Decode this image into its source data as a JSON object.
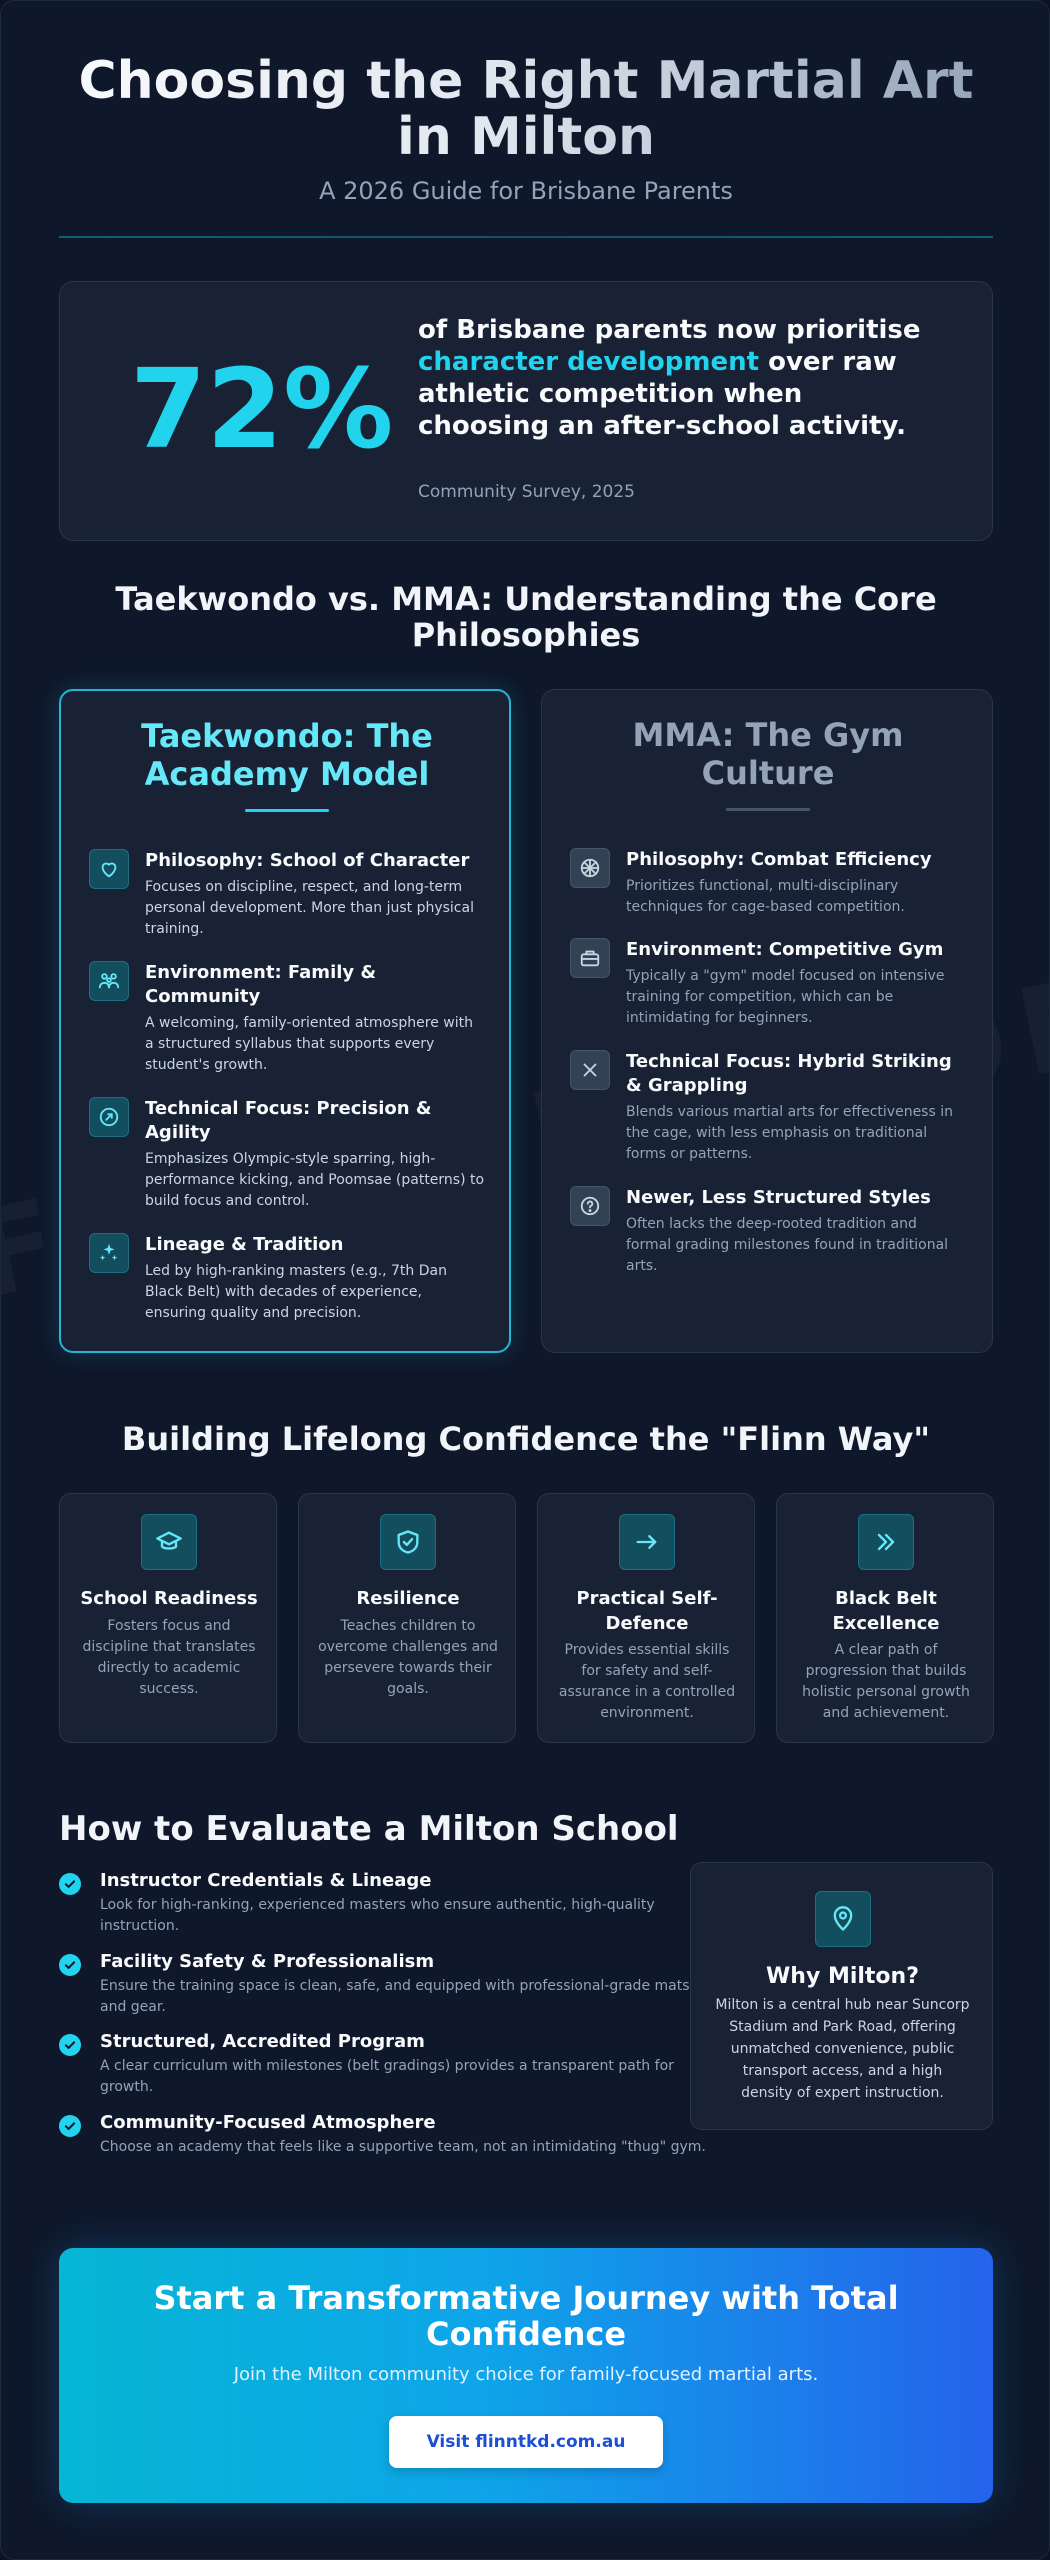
{
  "header": {
    "title": "Choosing the Right Martial Art in Milton",
    "subtitle": "A 2026 Guide for Brisbane Parents"
  },
  "stat": {
    "number": "72%",
    "text_before": "of Brisbane parents now prioritise ",
    "highlight": "character development",
    "text_after": " over raw athletic competition when choosing an after-school activity.",
    "source": "Community Survey, 2025"
  },
  "compare": {
    "title": "Taekwondo vs. MMA: Understanding the Core Philosophies",
    "taekwondo": {
      "title": "Taekwondo: The Academy Model",
      "features": [
        {
          "icon": "heart-icon",
          "title": "Philosophy: School of Character",
          "desc": "Focuses on discipline, respect, and long-term personal development. More than just physical training."
        },
        {
          "icon": "family-icon",
          "title": "Environment: Family & Community",
          "desc": "A welcoming, family-oriented atmosphere with a structured syllabus that supports every student's growth."
        },
        {
          "icon": "target-arrow-icon",
          "title": "Technical Focus: Precision & Agility",
          "desc": "Emphasizes Olympic-style sparring, high-performance kicking, and Poomsae (patterns) to build focus and control."
        },
        {
          "icon": "sparkles-icon",
          "title": "Lineage & Tradition",
          "desc": "Led by high-ranking masters (e.g., 7th Dan Black Belt) with decades of experience, ensuring quality and precision."
        }
      ]
    },
    "mma": {
      "title": "MMA: The Gym Culture",
      "features": [
        {
          "icon": "crosshair-icon",
          "title": "Philosophy: Combat Efficiency",
          "desc": "Prioritizes functional, multi-disciplinary techniques for cage-based competition."
        },
        {
          "icon": "gym-bag-icon",
          "title": "Environment: Competitive Gym",
          "desc": "Typically a \"gym\" model focused on intensive training for competition, which can be intimidating for beginners."
        },
        {
          "icon": "x-icon",
          "title": "Technical Focus: Hybrid Striking & Grappling",
          "desc": "Blends various martial arts for effectiveness in the cage, with less emphasis on traditional forms or patterns."
        },
        {
          "icon": "question-circle-icon",
          "title": "Newer, Less Structured Styles",
          "desc": "Often lacks the deep-rooted tradition and formal grading milestones found in traditional arts."
        }
      ]
    }
  },
  "confidence": {
    "title": "Building Lifelong Confidence the \"Flinn Way\"",
    "pillars": [
      {
        "icon": "graduation-cap-icon",
        "title": "School Readiness",
        "desc": "Fosters focus and discipline that translates directly to academic success."
      },
      {
        "icon": "shield-check-icon",
        "title": "Resilience",
        "desc": "Teaches children to overcome challenges and persevere towards their goals."
      },
      {
        "icon": "arrow-right-icon",
        "title": "Practical Self-Defence",
        "desc": "Provides essential skills for safety and self-assurance in a controlled environment."
      },
      {
        "icon": "double-chevron-icon",
        "title": "Black Belt Excellence",
        "desc": "A clear path of progression that builds holistic personal growth and achievement."
      }
    ]
  },
  "evaluate": {
    "title": "How to Evaluate a Milton School",
    "items": [
      {
        "title": "Instructor Credentials & Lineage",
        "desc": "Look for high-ranking, experienced masters who ensure authentic, high-quality instruction."
      },
      {
        "title": "Facility Safety & Professionalism",
        "desc": "Ensure the training space is clean, safe, and equipped with professional-grade mats and gear."
      },
      {
        "title": "Structured, Accredited Program",
        "desc": "A clear curriculum with milestones (belt gradings) provides a transparent path for growth."
      },
      {
        "title": "Community-Focused Atmosphere",
        "desc": "Choose an academy that feels like a supportive team, not an intimidating \"thug\" gym."
      }
    ],
    "why": {
      "icon": "map-pin-icon",
      "title": "Why Milton?",
      "desc": "Milton is a central hub near Suncorp Stadium and Park Road, offering unmatched convenience, public transport access, and a high density of expert instruction."
    }
  },
  "cta": {
    "title": "Start a Transformative Journey with Total Confidence",
    "subtitle": "Join the Milton community choice for family-focused martial arts.",
    "button": "Visit flinntkd.com.au"
  },
  "watermark": "FLINNTKD.COM.AU",
  "colors": {
    "background": "#0f172a",
    "card": "#182234",
    "accent": "#22d3ee",
    "muted": "#94a3b8",
    "cta_start": "#06b6d4",
    "cta_end": "#2563eb"
  }
}
